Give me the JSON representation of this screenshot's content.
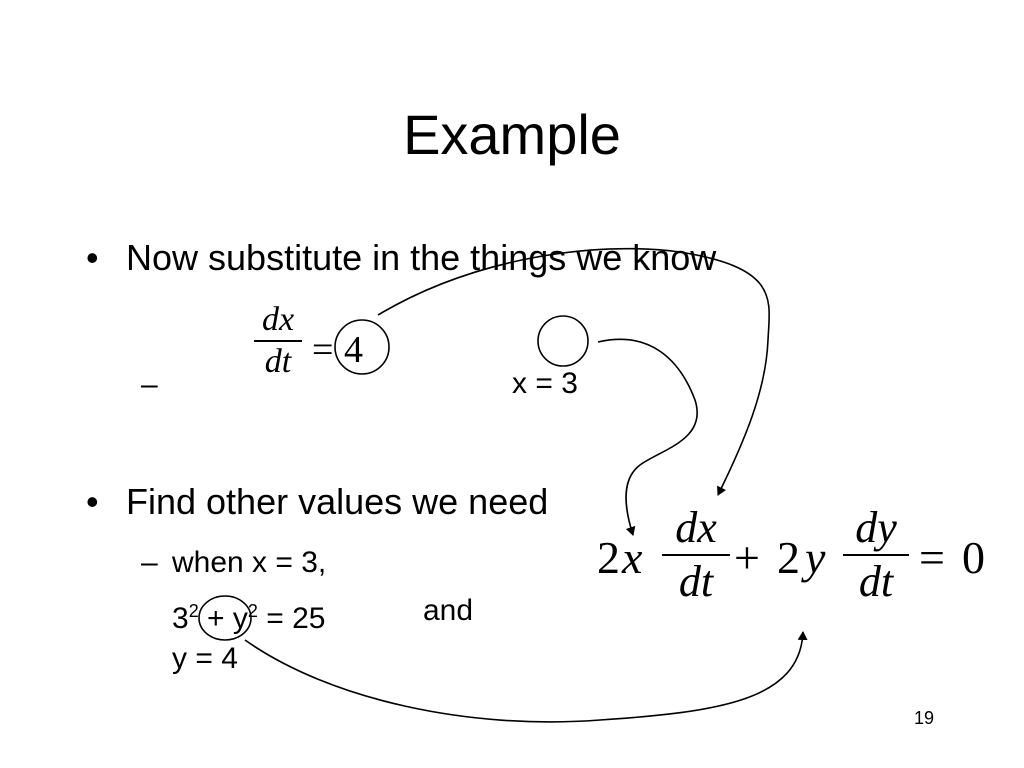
{
  "slide": {
    "title": "Example",
    "bullets": [
      {
        "marker": "•",
        "text": "Now substitute in the things we know"
      },
      {
        "marker": "•",
        "text": "Find other values we need"
      }
    ],
    "sub1": {
      "dash": "–",
      "rate": {
        "num": "dx",
        "den": "dt",
        "eq": "=",
        "value": "4"
      },
      "x_value": "x = 3"
    },
    "sub2": {
      "dash": "–",
      "line1": "when x = 3,",
      "line2": {
        "a": "3",
        "exp_a": "2",
        "op": " + y",
        "exp_b": "2",
        "rest": " = 25",
        "and": "and"
      },
      "line3": "y = 4"
    },
    "equation": {
      "coef1": "2",
      "var1": "x",
      "frac1": {
        "num": "dx",
        "den": "dt"
      },
      "plus": "+",
      "coef2": "2",
      "var2": "y",
      "frac2": {
        "num": "dy",
        "den": "dt"
      },
      "eq": "=",
      "rhs": "0"
    },
    "page_number": "19"
  }
}
